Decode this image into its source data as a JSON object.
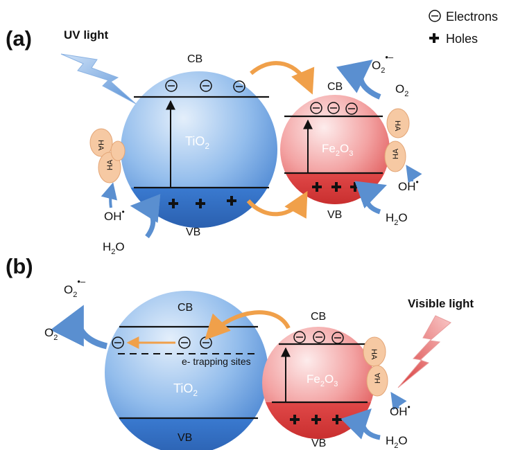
{
  "legend": {
    "electrons_label": "Electrons",
    "holes_label": "Holes"
  },
  "panel_a": {
    "tag": "(a)",
    "light_label": "UV light",
    "tio2": {
      "cb": "CB",
      "vb": "VB",
      "name": "TiO",
      "sub": "2"
    },
    "fe2o3": {
      "cb": "CB",
      "vb": "VB",
      "name_a": "Fe",
      "sub_a": "2",
      "name_b": "O",
      "sub_b": "3"
    },
    "species": {
      "oh_left": "OH",
      "h2o_left_a": "H",
      "h2o_left_sub": "2",
      "h2o_left_b": "O",
      "o2_right": "O",
      "o2_right_sub": "2",
      "o2_radical": "O",
      "o2_radical_sub": "2",
      "oh_right": "OH",
      "h2o_right_a": "H",
      "h2o_right_sub": "2",
      "h2o_right_b": "O"
    },
    "ha_label": "HA"
  },
  "panel_b": {
    "tag": "(b)",
    "light_label": "Visible light",
    "trap_label": "e- trapping sites",
    "tio2": {
      "cb": "CB",
      "vb": "VB",
      "name": "TiO",
      "sub": "2"
    },
    "fe2o3": {
      "cb": "CB",
      "vb": "VB",
      "name_a": "Fe",
      "sub_a": "2",
      "name_b": "O",
      "sub_b": "3"
    },
    "species": {
      "o2_radical": "O",
      "o2_radical_sub": "2",
      "o2_left": "O",
      "o2_left_sub": "2",
      "oh_right": "OH",
      "h2o_a": "H",
      "h2o_sub": "2",
      "h2o_b": "O"
    },
    "ha_label": "HA"
  },
  "colors": {
    "tio2_light": "#d8e8f8",
    "tio2_mid": "#8fbaea",
    "tio2_dark": "#2f6fc4",
    "fe_light": "#fbe3e3",
    "fe_mid": "#f08c8c",
    "fe_dark": "#d93434",
    "arrow_orange": "#f0a04a",
    "arrow_blue": "#5a8fd0",
    "ha_fill": "#f6c9a3"
  }
}
